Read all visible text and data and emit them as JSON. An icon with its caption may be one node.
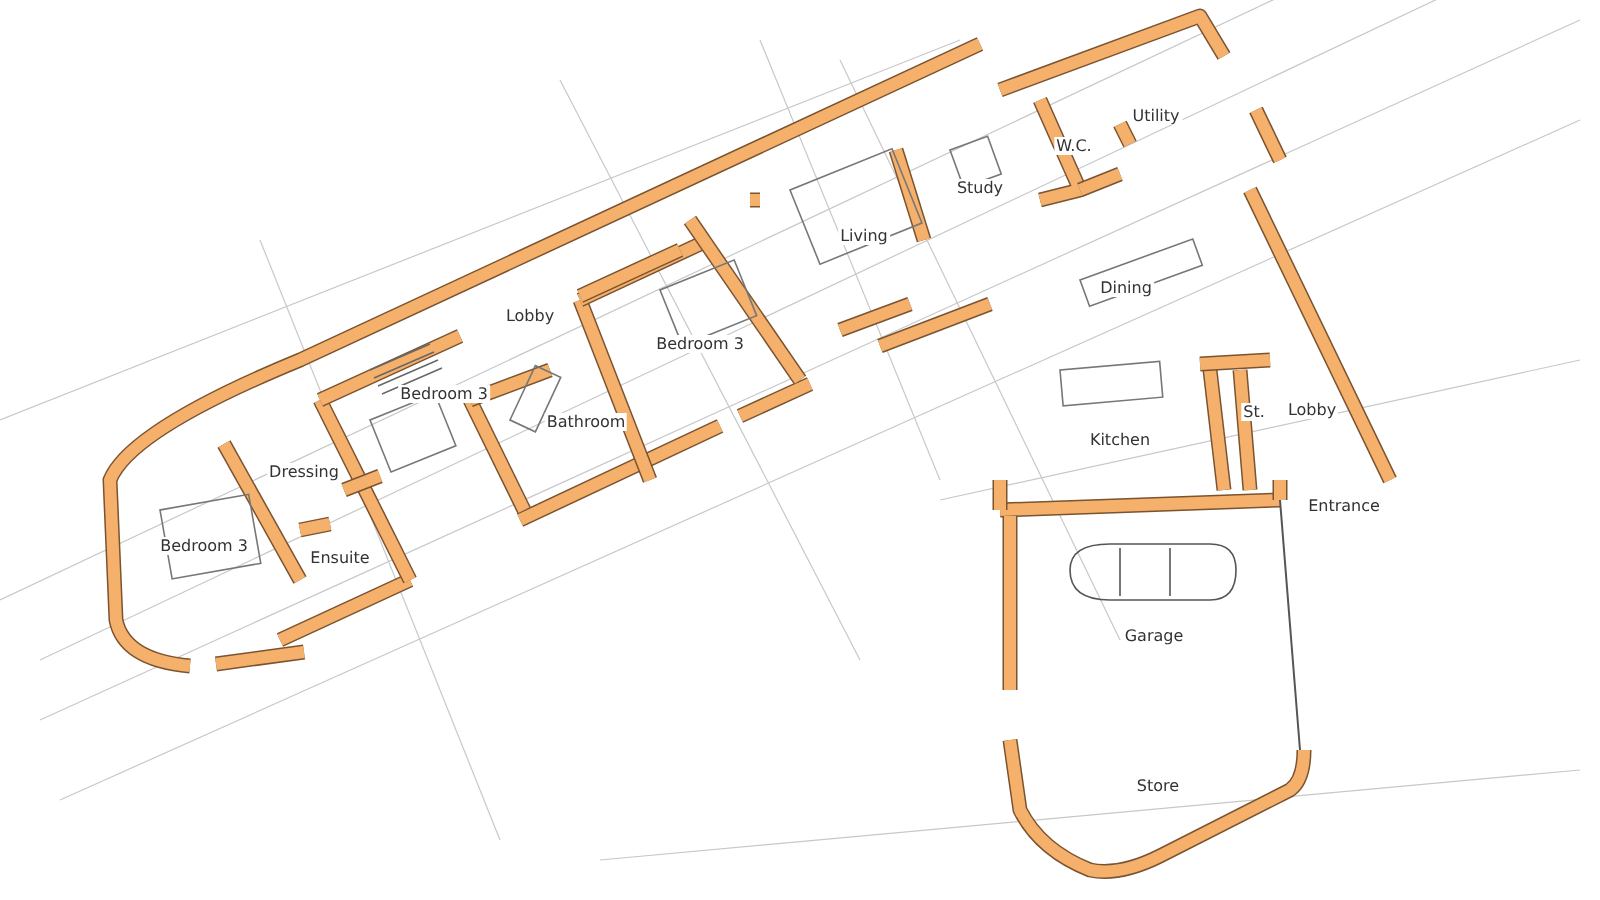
{
  "diagram": {
    "labels": [
      "Utility",
      "W.C.",
      "Study",
      "Living",
      "Dining",
      "Lobby",
      "Bedroom 3",
      "Bedroom 3",
      "Dressing",
      "Bathroom",
      "St.",
      "Lobby",
      "Kitchen",
      "Ensuite",
      "Entrance",
      "Bedroom 3",
      "Garage",
      "Store"
    ]
  }
}
